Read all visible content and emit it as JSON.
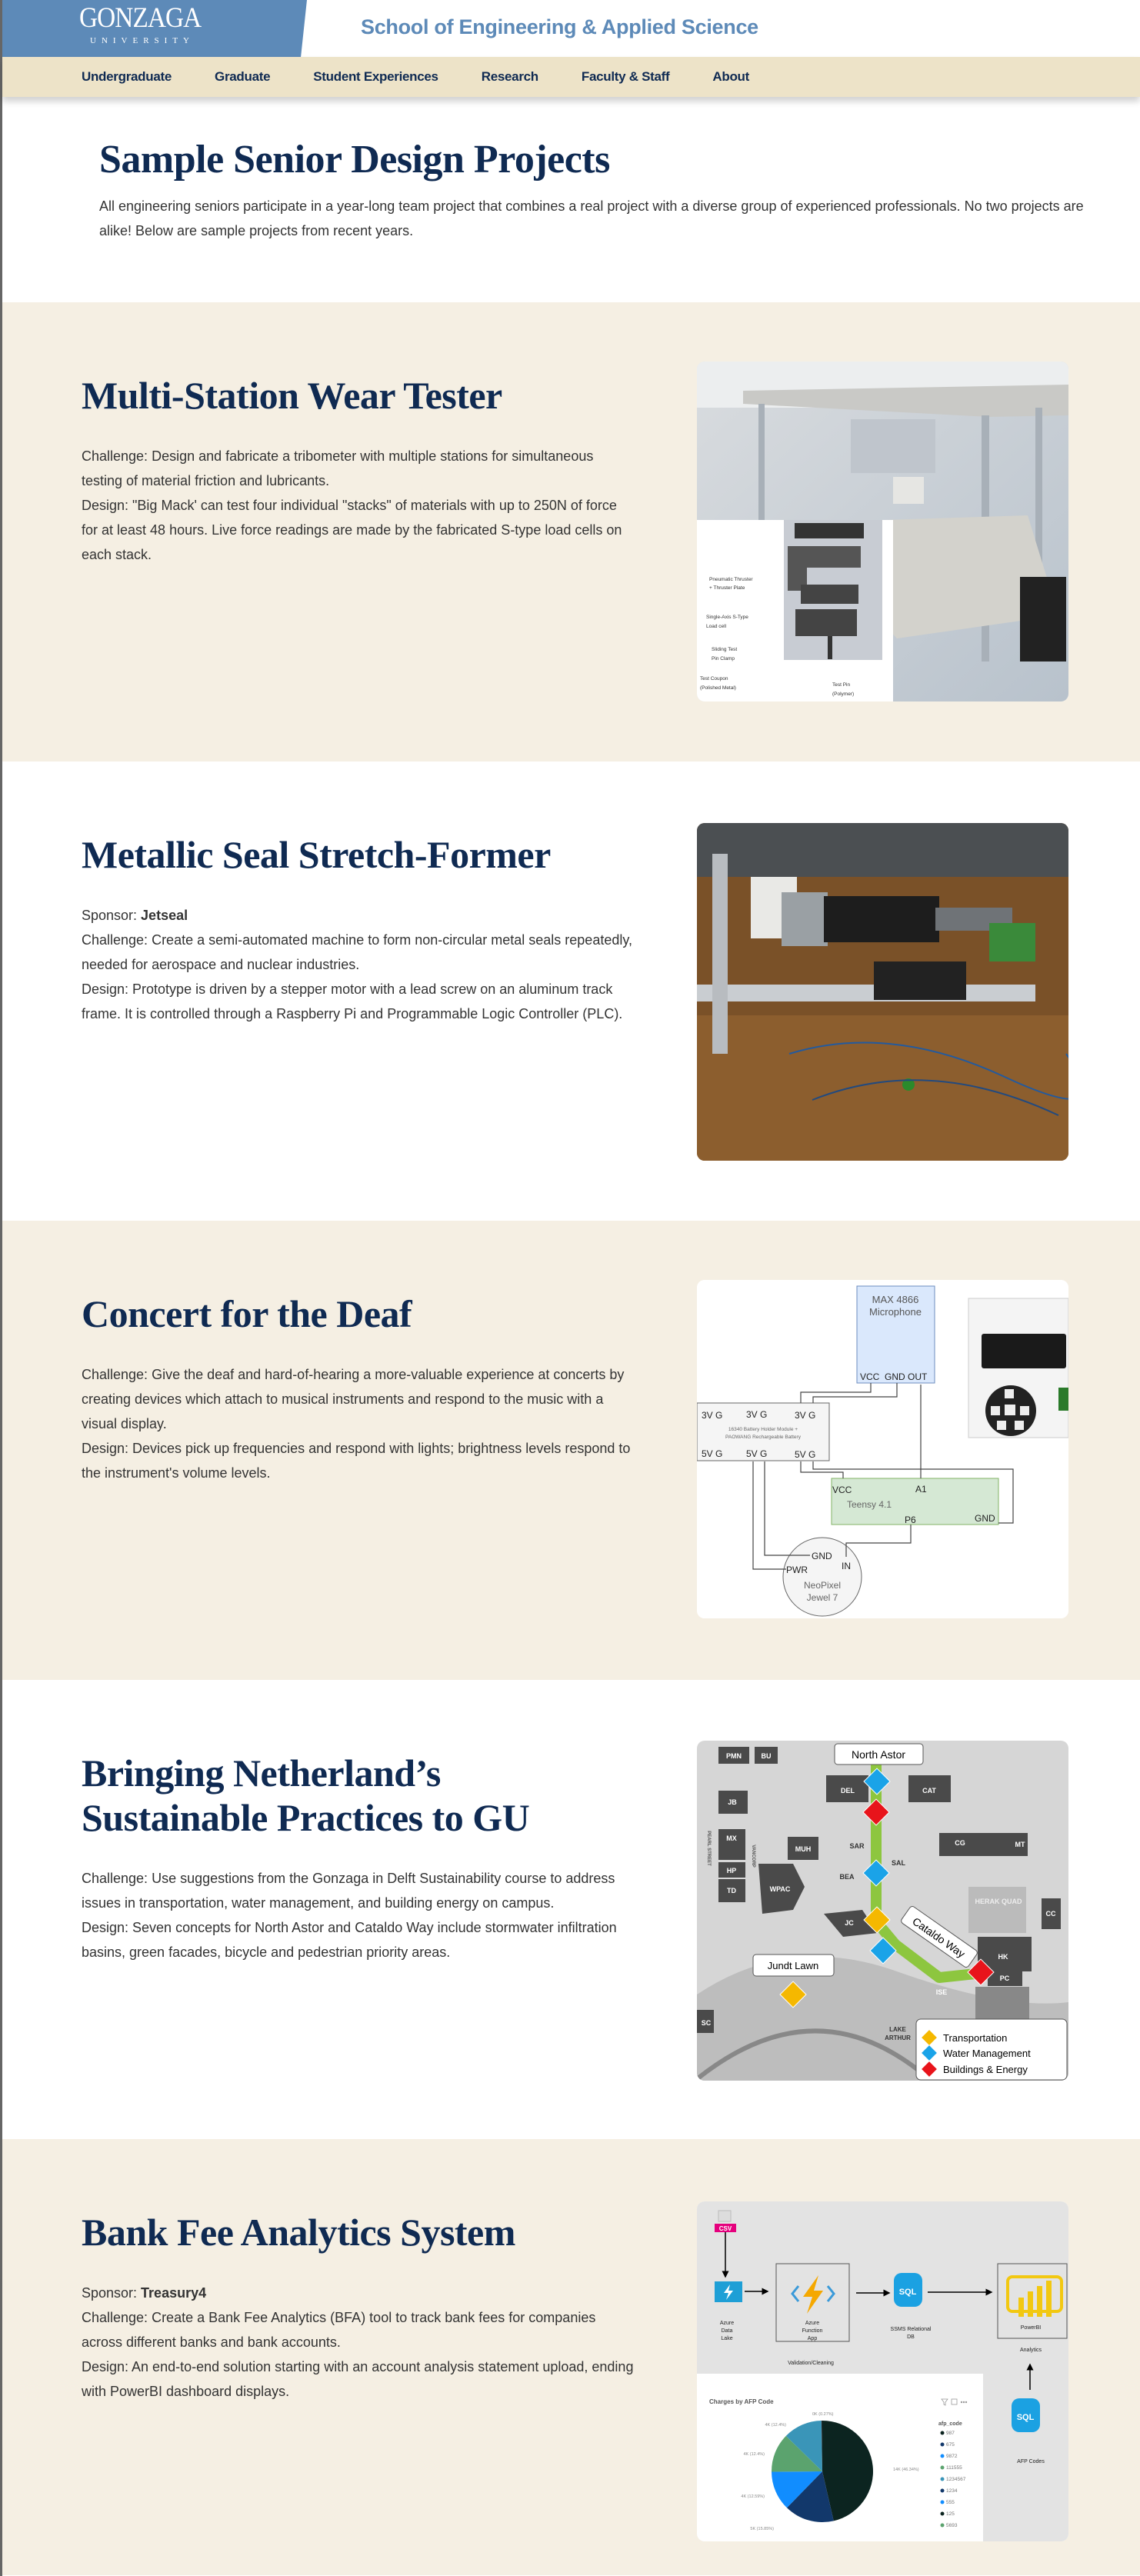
{
  "header": {
    "logo_name": "GONZAGA",
    "logo_sub": "UNIVERSITY",
    "school": "School of Engineering & Applied Science"
  },
  "nav": [
    "Undergraduate",
    "Graduate",
    "Student Experiences",
    "Research",
    "Faculty & Staff",
    "About"
  ],
  "intro": {
    "title": "Sample Senior Design Projects",
    "text": "All engineering seniors participate in a year-long team project that combines a real project with a diverse group of experienced professionals. No two projects are alike! Below are sample projects from recent years."
  },
  "projects": [
    {
      "title": "Multi-Station Wear Tester",
      "challenge": "Challenge: Design and fabricate a tribometer with multiple stations for simultaneous testing of material friction and lubricants.",
      "design": "Design: \"Big Mack' can test four individual \"stacks\" of materials with up to 250N of force for at least 48 hours. Live force readings are made by the fabricated S-type load cells on each stack.",
      "image_labels": [
        "Pneumatic Thruster",
        "+ Thruster Plate",
        "Single-Axis S-Type",
        "Load cell",
        "Sliding Test",
        "Pin Clamp",
        "Test Coupon",
        "(Polished Metal)",
        "Test Pin",
        "(Polymer)"
      ]
    },
    {
      "title": "Metallic Seal Stretch-Former",
      "sponsor_label": "Sponsor: ",
      "sponsor": "Jetseal",
      "challenge": "Challenge: Create a semi-automated machine to form non-circular metal seals repeatedly, needed for aerospace and nuclear industries.",
      "design": "Design: Prototype is driven by a stepper motor with a lead screw on an aluminum track frame. It is controlled through a Raspberry Pi and Programmable Logic Controller (PLC)."
    },
    {
      "title": "Concert for the Deaf",
      "challenge": "Challenge: Give the deaf and hard-of-hearing a more-valuable experience at concerts by creating devices which attach to musical instruments and respond to the music with a visual display.",
      "design": "Design: Devices pick up frequencies and respond with lights; brightness levels respond to the instrument's volume levels.",
      "diagram": {
        "mic1": "MAX 4866",
        "mic2": "Microphone",
        "mic_pins": "VCC  GND OUT",
        "bat_top": [
          "3V G",
          "3V G",
          "3V G"
        ],
        "bat1": "16340 Battery Holder Module +",
        "bat2": "PAOWANG Rechargeable Battery",
        "bat_bot": [
          "5V G",
          "5V G",
          "5V G"
        ],
        "teensy": "Teensy 4.1",
        "vcc": "VCC",
        "a1": "A1",
        "p6": "P6",
        "gnd": "GND",
        "neo_gnd": "GND",
        "neo_in": "IN",
        "neo_pwr": "PWR",
        "neo1": "NeoPixel",
        "neo2": "Jewel 7"
      }
    },
    {
      "title": "Bringing Netherland’s Sustainable Practices to GU",
      "challenge": "Challenge: Use suggestions from the Gonzaga in Delft Sustainability course to address issues in transportation, water management, and building energy on campus.",
      "design": "Design: Seven concepts for North Astor and Cataldo Way include stormwater infiltration basins, green facades, bicycle and pedestrian priority areas.",
      "map": {
        "north_astor": "North Astor",
        "cataldo": "Cataldo Way",
        "jundt": "Jundt Lawn",
        "lake": "LAKE",
        "lake2": "ARTHUR",
        "legend": [
          "Transportation",
          "Water Management",
          "Buildings & Energy"
        ],
        "legend_colors": [
          "#f5b800",
          "#1aa3e8",
          "#e8141b"
        ],
        "buildings": [
          "PMN",
          "BU",
          "JB",
          "DEL",
          "CAT",
          "MX",
          "HP",
          "TD",
          "WPAC",
          "MUH",
          "SAR",
          "SAL",
          "BEA",
          "CG",
          "MT",
          "JC",
          "HERAK QUAD",
          "CC",
          "HK",
          "PC",
          "ISE",
          "SC",
          "PEARL STREET",
          "VANCORP"
        ]
      }
    },
    {
      "title": "Bank Fee Analytics System",
      "sponsor_label": "Sponsor: ",
      "sponsor": "Treasury4",
      "challenge": "Challenge: Create a Bank Fee Analytics (BFA) tool to track bank fees for companies across different banks and bank accounts.",
      "design": "Design: An end-to-end solution starting with an account analysis statement upload, ending with PowerBI dashboard displays.",
      "flow": {
        "csv": "CSV",
        "lake1": "Azure",
        "lake2": "Data",
        "lake3": "Lake",
        "func1": "Azure",
        "func2": "Function",
        "func3": "App",
        "validation": "Validation/Cleaning",
        "sql": "SQL",
        "ssms1": "SSMS Relational",
        "ssms2": "DB",
        "powerbi": "PowerBI",
        "analytics": "Analytics",
        "afp": "AFP Codes"
      },
      "chart_data": {
        "type": "pie",
        "title": "Charges by AFP Code",
        "legend_title": "afp_code",
        "legend": [
          "987",
          "675",
          "9872",
          "111555",
          "1234567",
          "1234",
          "555",
          "125",
          "5693"
        ],
        "slices": [
          {
            "label": "14K (46.34%)",
            "value": 46.34,
            "color": "#0c2420"
          },
          {
            "label": "5K (15.85%)",
            "value": 15.85,
            "color": "#12386b"
          },
          {
            "label": "4K (12.59%)",
            "value": 12.59,
            "color": "#118dff"
          },
          {
            "label": "4K (12.4%)",
            "value": 12.4,
            "color": "#5ba36e"
          },
          {
            "label": "4K (12.4%)",
            "value": 12.4,
            "color": "#3a95b8"
          },
          {
            "label": "0K (0.27%)",
            "value": 0.27,
            "color": "#2a2a2a"
          }
        ],
        "legend_colors": [
          "#0c2420",
          "#12386b",
          "#118dff",
          "#5ba36e",
          "#3a95b8",
          "#12386b",
          "#118dff",
          "#0c2420",
          "#5ba36e"
        ]
      }
    }
  ]
}
